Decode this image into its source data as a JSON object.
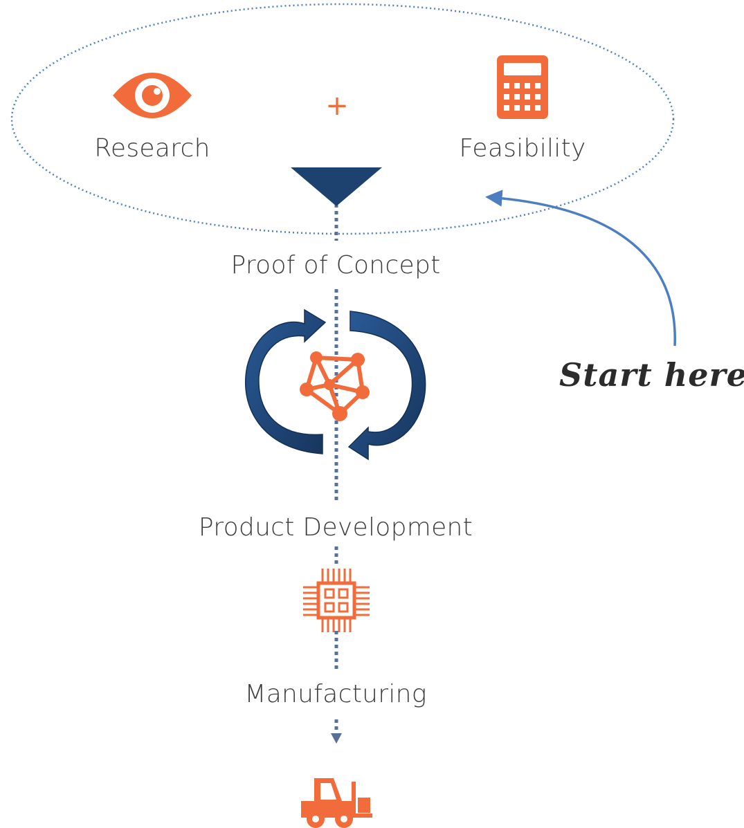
{
  "colors": {
    "accent": "#f26b3a",
    "navy": "#1e4270",
    "dotted": "#4f7fbf",
    "arrow": "#4d7fc0"
  },
  "icons": [
    "eye-icon",
    "calculator-icon",
    "network-icon",
    "cycle-arrows-icon",
    "chip-icon",
    "forklift-icon"
  ],
  "stages": {
    "research": "Research",
    "plus": "+",
    "feasibility": "Feasibility",
    "proof_of_concept": "Proof of Concept",
    "product_development": "Product Development",
    "manufacturing": "Manufacturing"
  },
  "callout": {
    "text": "Start here:"
  }
}
